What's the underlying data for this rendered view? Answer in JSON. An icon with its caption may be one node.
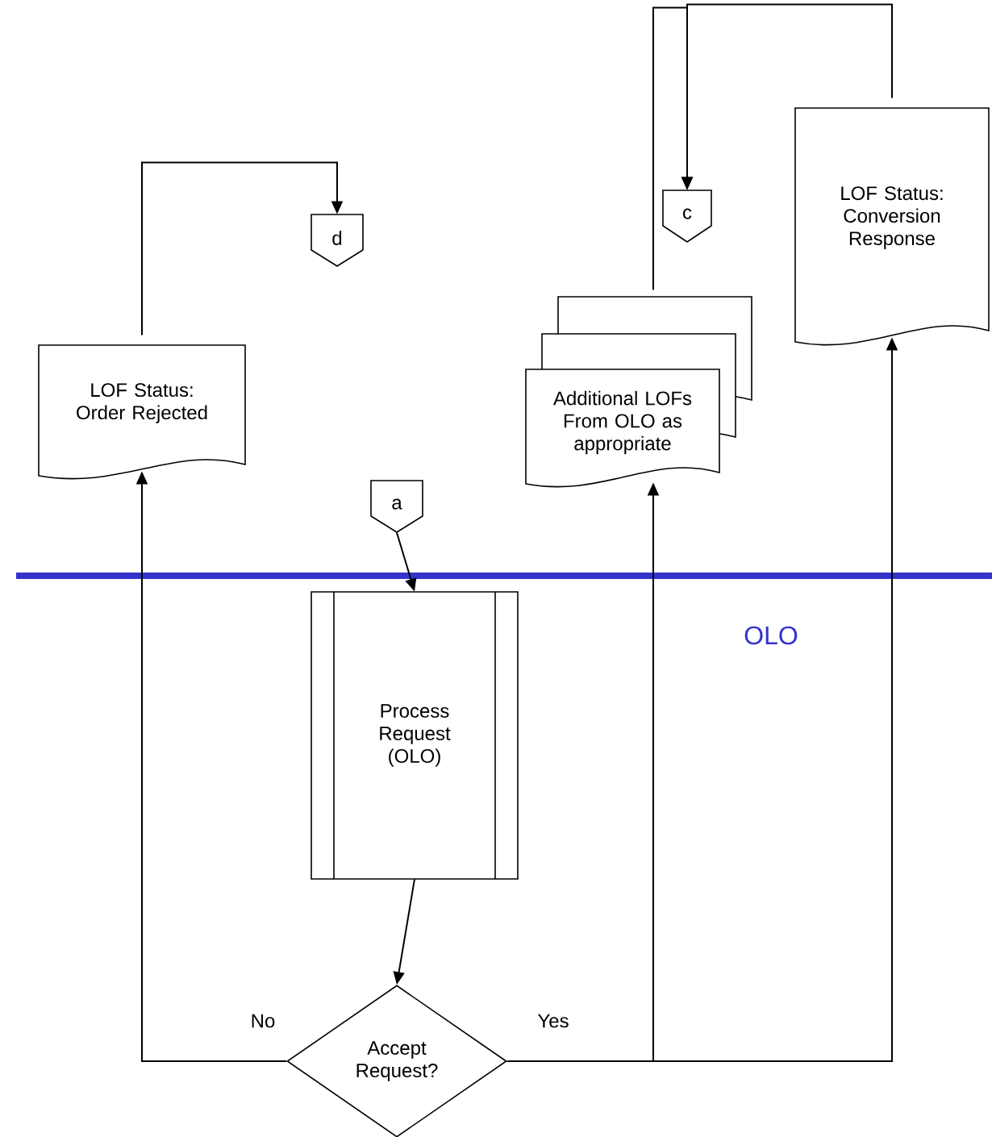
{
  "diagram": {
    "nodes": [
      {
        "text": [
          "d"
        ]
      },
      {
        "text": [
          "LOF Status: Order Rejected"
        ]
      },
      {
        "text": [
          "c"
        ]
      },
      {
        "text": [
          "Additional LOFs From OLO as appropriate"
        ]
      },
      {
        "text": [
          "LOF Status: Conversion Response"
        ]
      },
      {
        "text": [
          "a"
        ]
      },
      {
        "text": [
          "Process Request (OLO)"
        ]
      },
      {
        "text": [
          "Accept Request?"
        ]
      }
    ],
    "edges": [
      {
        "from": 5,
        "to": 6,
        "arrow": "to"
      },
      {
        "from": 6,
        "to": 7,
        "arrow": "to"
      },
      {
        "from": 7,
        "to": 1,
        "arrow": "to",
        "label": "No"
      },
      {
        "from": 7,
        "to": 3,
        "arrow": "to",
        "label": "Yes"
      },
      {
        "from": 7,
        "to": 4,
        "arrow": "to"
      },
      {
        "from": 1,
        "to": 0,
        "arrow": "to"
      },
      {
        "from": 3,
        "to": 2,
        "arrow": "to"
      },
      {
        "from": 4,
        "to": 2,
        "arrow": "to"
      }
    ],
    "labels": [
      "OLO"
    ]
  }
}
